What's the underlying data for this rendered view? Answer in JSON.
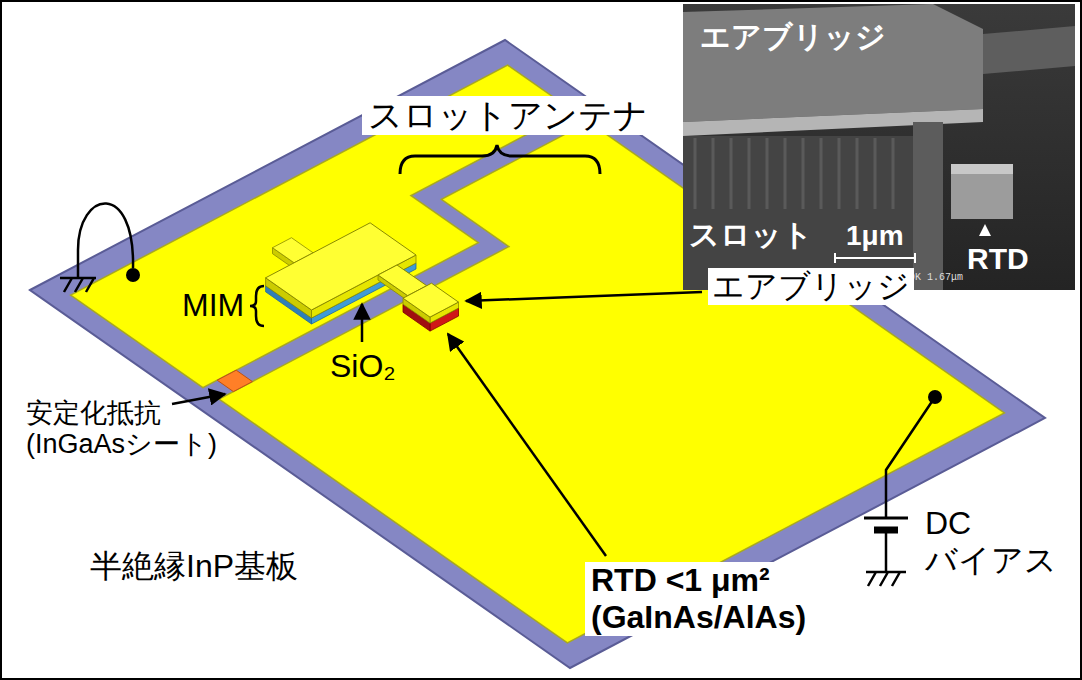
{
  "diagram": {
    "nodes": [
      {
        "text": [
          "エアブリッジ",
          "スロット",
          "1μm",
          "RTD",
          "15.0kV X18.0K 1.67μm"
        ]
      }
    ],
    "labels": [
      "スロットアンテナ",
      "エアブリッジ",
      "MIM",
      "SiO₂",
      "安定化抵抗 (InGaAsシート)",
      "半絶縁InP基板",
      "RTD <1 μm² (GaInAs/AlAs)",
      "DC バイアス"
    ]
  }
}
